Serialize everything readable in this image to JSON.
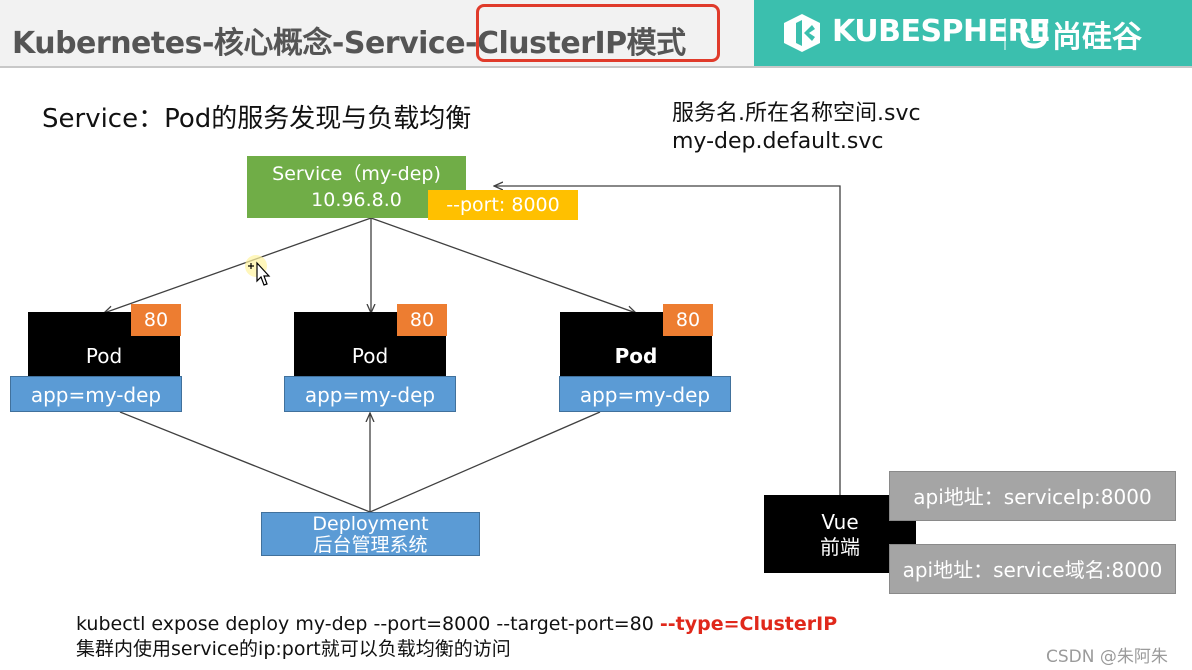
{
  "header": {
    "title": "Kubernetes-核心概念-Service-ClusterIP模式",
    "brand_name": "KUBESPHERE",
    "brand_name_2": "尚硅谷"
  },
  "subtitle": "Service：Pod的服务发现与负载均衡",
  "dns": {
    "line1": "服务名.所在名称空间.svc",
    "line2": "my-dep.default.svc"
  },
  "service": {
    "name": "Service（my-dep)",
    "ip": "10.96.8.0",
    "port": "--port: 8000"
  },
  "pods": [
    {
      "label": "Pod",
      "port": "80",
      "selector": "app=my-dep"
    },
    {
      "label": "Pod",
      "port": "80",
      "selector": "app=my-dep"
    },
    {
      "label": "Pod",
      "port": "80",
      "selector": "app=my-dep"
    }
  ],
  "deployment": {
    "line1": "Deployment",
    "line2": "后台管理系统"
  },
  "vue": {
    "line1": "Vue",
    "line2": "前端"
  },
  "api": {
    "box1": "api地址：serviceIp:8000",
    "box2": "api地址：service域名:8000"
  },
  "command": {
    "line1": "kubectl expose deploy my-dep --port=8000 --target-port=80 ",
    "line1_highlight": "--type=ClusterIP",
    "line2": "集群内使用service的ip:port就可以负载均衡的访问"
  },
  "watermark": "CSDN @朱阿朱",
  "colors": {
    "service": "#70ad47",
    "port": "#ffc000",
    "pod": "#000000",
    "pod_port": "#ed7d31",
    "label": "#5b9bd5",
    "api": "#a5a5a5",
    "highlight": "#e03b2b",
    "brand": "#3bbfae"
  }
}
